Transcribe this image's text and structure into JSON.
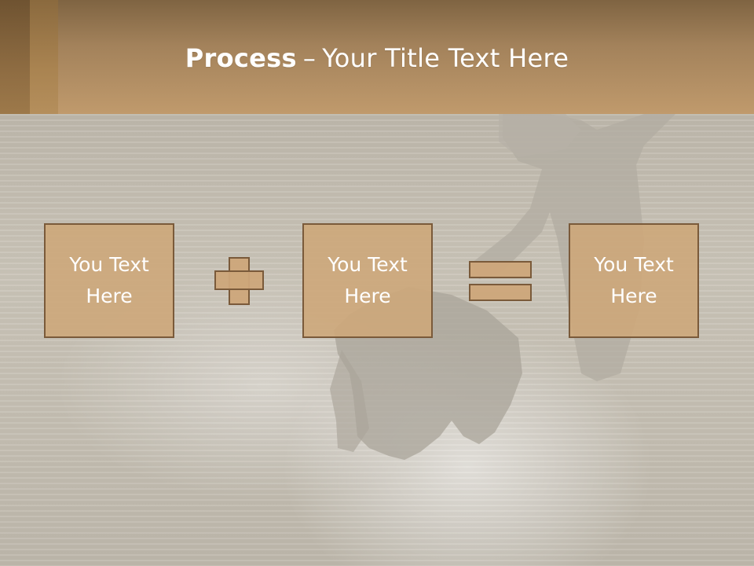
{
  "slide": {
    "title": {
      "bold": "Process",
      "separator": "–",
      "rest": "Your Title Text Here"
    },
    "boxes": [
      {
        "text": "You Text Here"
      },
      {
        "text": "You Text Here"
      },
      {
        "text": "You Text Here"
      }
    ],
    "operators": [
      {
        "icon": "plus-icon"
      },
      {
        "icon": "equals-icon"
      }
    ],
    "colors": {
      "header_top": "#7f6442",
      "header_bottom": "#c09a6c",
      "box_fill": "#cda77a",
      "box_border": "#7a5a3a",
      "text": "#ffffff"
    }
  }
}
